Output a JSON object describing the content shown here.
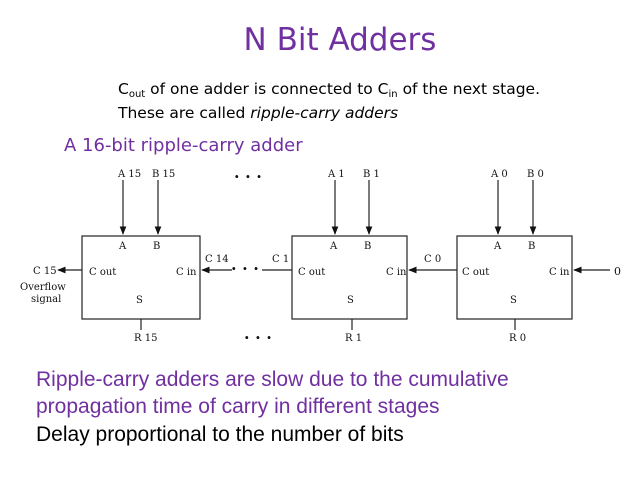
{
  "slide": {
    "title": "N Bit Adders",
    "line1": {
      "c1": "C",
      "c1_sub": "out",
      "mid": " of one adder is connected  to C",
      "c2_sub": "in",
      "end": " of the next stage."
    },
    "line2": {
      "pre": "These are called ",
      "italic": "ripple-carry adders"
    },
    "subheading": "A 16-bit ripple-carry adder",
    "bottom": [
      "Ripple-carry adders are slow due to the cumulative",
      "propagation time of carry in different stages",
      "Delay proportional to the number of bits"
    ]
  },
  "diagram": {
    "dots": "· · ·",
    "left_carry": "C 15",
    "overflow_1": "Overflow",
    "overflow_2": "signal",
    "right_input": "0",
    "adders": [
      {
        "a_label": "A 15",
        "b_label": "B 15",
        "a_port": "A",
        "b_port": "B",
        "cout": "C out",
        "cin": "C in",
        "s": "S",
        "r_label": "R 15"
      },
      {
        "a_label": "A 1",
        "b_label": "B 1",
        "a_port": "A",
        "b_port": "B",
        "cout": "C out",
        "cin": "C in",
        "s": "S",
        "r_label": "R 1"
      },
      {
        "a_label": "A 0",
        "b_label": "B 0",
        "a_port": "A",
        "b_port": "B",
        "cout": "C out",
        "cin": "C in",
        "s": "S",
        "r_label": "R 0"
      }
    ],
    "carry_labels": [
      "C 14",
      "C 1",
      "C 0"
    ]
  }
}
